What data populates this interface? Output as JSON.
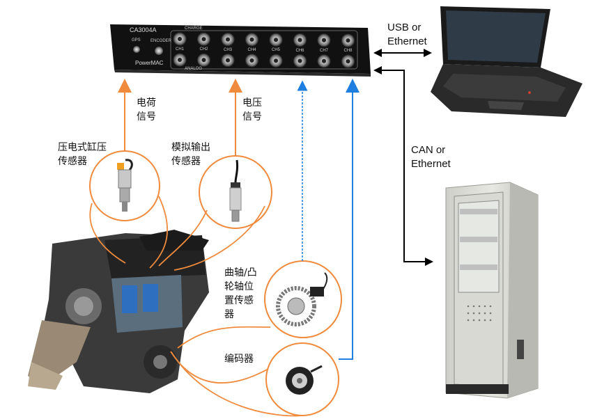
{
  "device": {
    "model": "CA3004A",
    "brand": "PowerMAC",
    "gps": "GPS",
    "encoder": "ENCODER",
    "charge": "CHARGE",
    "analog": "ANALOG",
    "channels": [
      "CH1",
      "CH2",
      "CH3",
      "CH4",
      "CH5",
      "CH6",
      "CH7",
      "CH8"
    ]
  },
  "links": {
    "usb_ethernet": "USB or\nEthernet",
    "can_ethernet": "CAN or\nEthernet"
  },
  "signals": {
    "charge_signal": "电荷\n信号",
    "voltage_signal": "电压\n信号"
  },
  "sensors": {
    "piezo_pressure": "压电式缸压\n传感器",
    "analog_output": "模拟输出\n传感器",
    "crank_cam": "曲轴/凸\n轮轴位\n置传感\n器",
    "encoder": "编码器"
  },
  "colors": {
    "charge_line": "#f08a3c",
    "digital_line": "#1f7fe0",
    "device_body": "#111111",
    "arrow_black": "#000000"
  }
}
